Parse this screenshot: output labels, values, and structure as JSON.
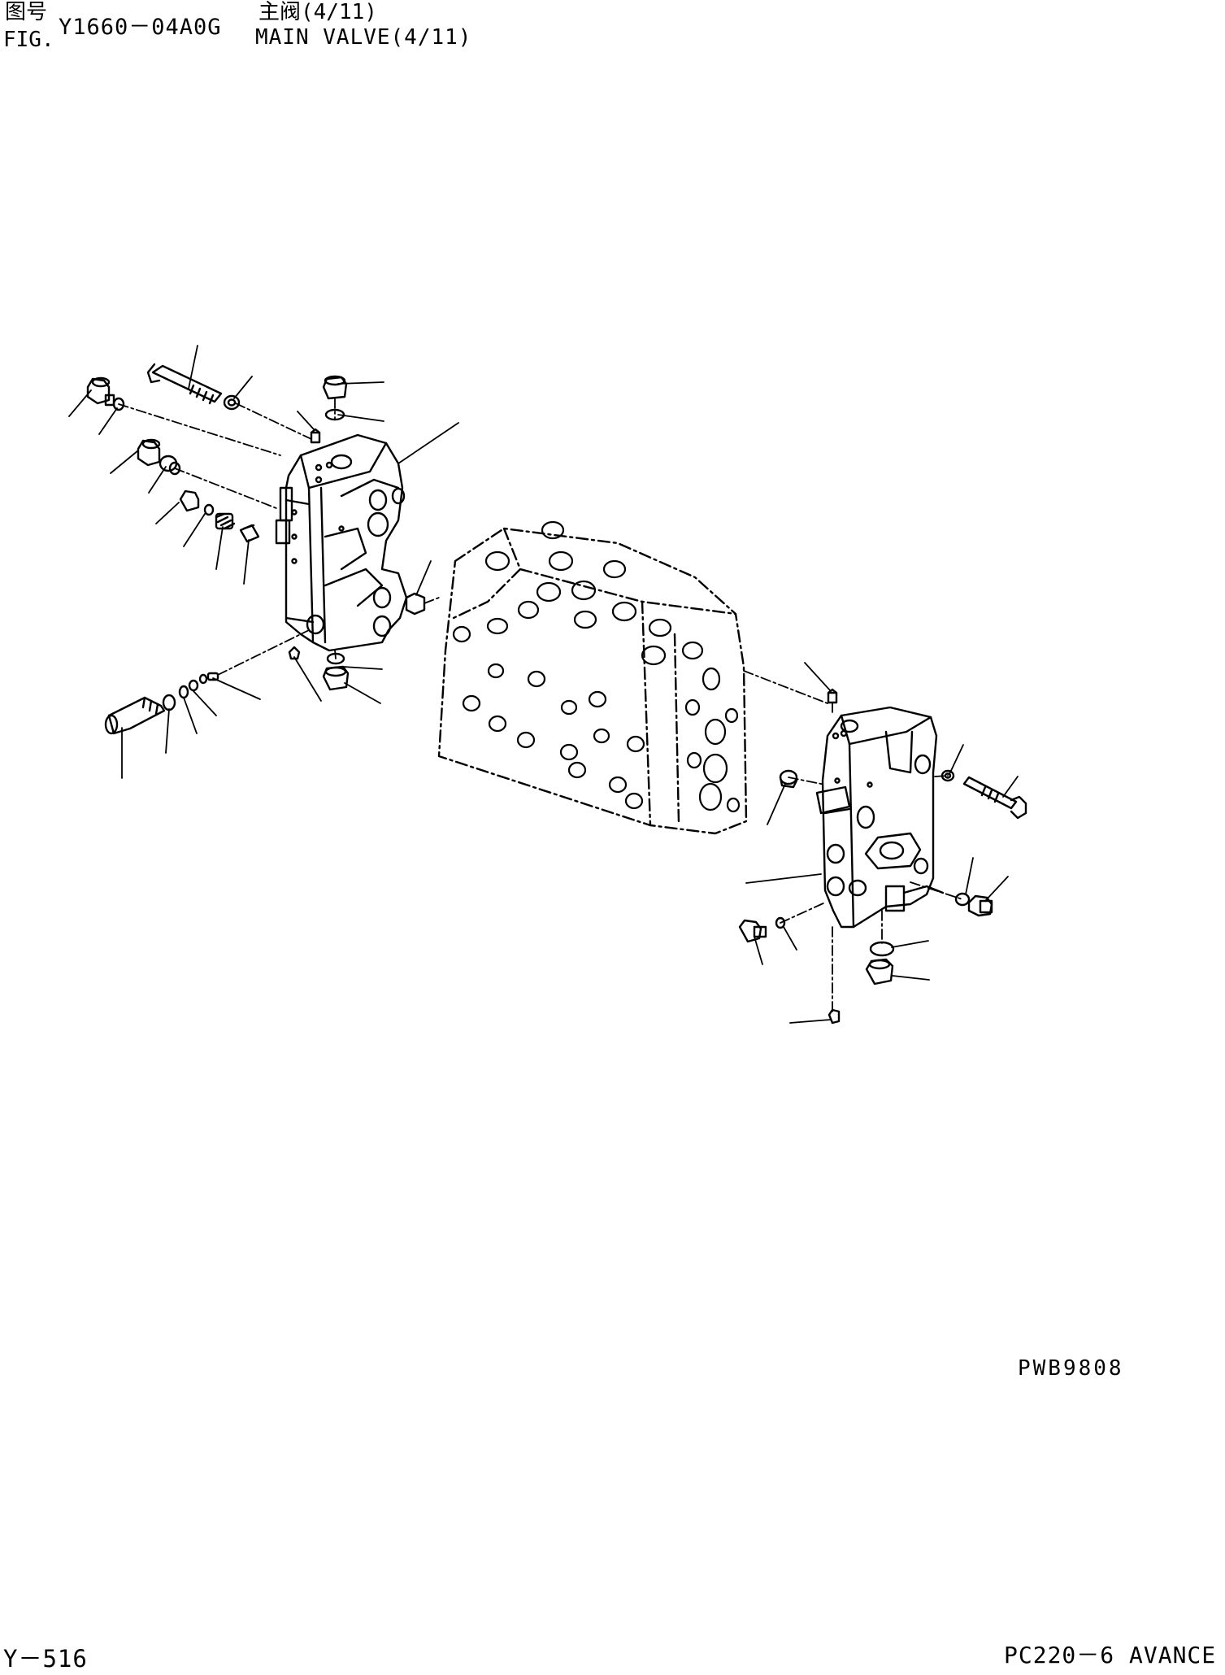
{
  "header": {
    "fig_cn_label": "图号",
    "fig_number": "Y1660－04A0G",
    "fig_label": "FIG.",
    "title_cn": "主阀(4/11)",
    "title_en": "MAIN VALVE(4/11)"
  },
  "drawing_code": "PWB9808",
  "footer": {
    "page_number": "Y－516",
    "model": "PC220－6 AVANCE"
  },
  "colors": {
    "ink": "#000000",
    "paper": "#ffffff"
  }
}
